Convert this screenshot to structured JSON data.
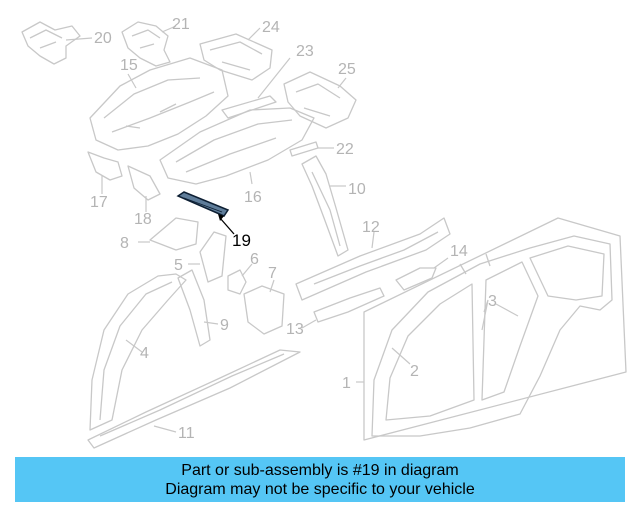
{
  "diagram": {
    "callouts": [
      {
        "id": "1",
        "label": "1"
      },
      {
        "id": "2",
        "label": "2"
      },
      {
        "id": "3",
        "label": "3"
      },
      {
        "id": "4",
        "label": "4"
      },
      {
        "id": "5",
        "label": "5"
      },
      {
        "id": "6",
        "label": "6"
      },
      {
        "id": "7",
        "label": "7"
      },
      {
        "id": "8",
        "label": "8"
      },
      {
        "id": "9",
        "label": "9"
      },
      {
        "id": "10",
        "label": "10"
      },
      {
        "id": "11",
        "label": "11"
      },
      {
        "id": "12",
        "label": "12"
      },
      {
        "id": "13",
        "label": "13"
      },
      {
        "id": "14",
        "label": "14"
      },
      {
        "id": "15",
        "label": "15"
      },
      {
        "id": "16",
        "label": "16"
      },
      {
        "id": "17",
        "label": "17"
      },
      {
        "id": "18",
        "label": "18"
      },
      {
        "id": "19",
        "label": "19",
        "highlighted": true
      },
      {
        "id": "20",
        "label": "20"
      },
      {
        "id": "21",
        "label": "21"
      },
      {
        "id": "22",
        "label": "22"
      },
      {
        "id": "23",
        "label": "23"
      },
      {
        "id": "24",
        "label": "24"
      },
      {
        "id": "25",
        "label": "25"
      }
    ]
  },
  "banner": {
    "line1": "Part or sub-assembly is #19 in diagram",
    "line2": "Diagram may not be specific to your vehicle",
    "color": "#55c6f5"
  },
  "colors": {
    "line": "#c8c8c8",
    "callout": "#b4b4b4",
    "highlight": "#5f7d9a"
  }
}
